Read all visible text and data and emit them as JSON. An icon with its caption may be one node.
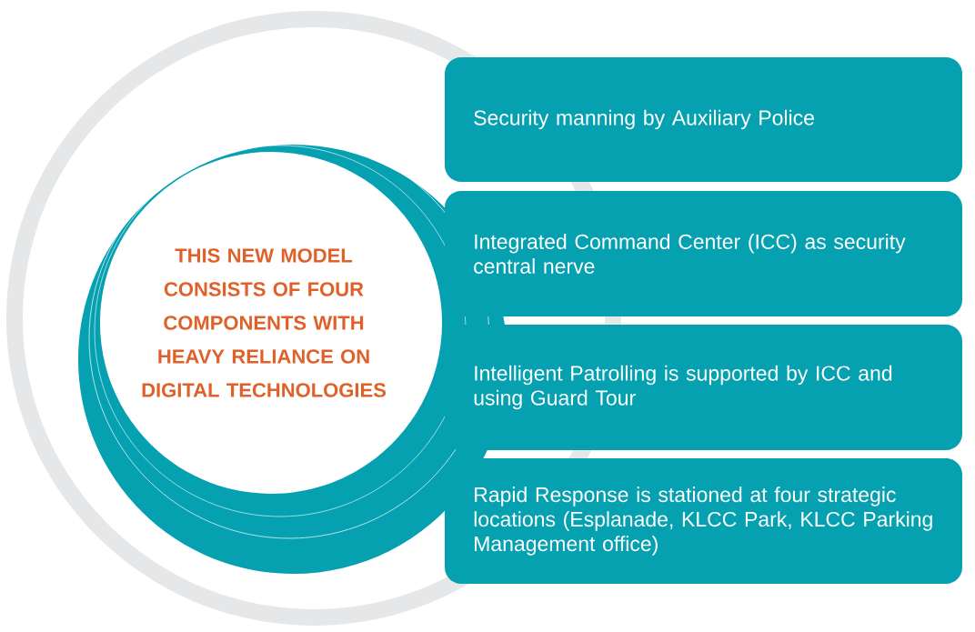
{
  "diagram": {
    "nodes": [
      {
        "text": [
          "THIS NEW MODEL CONSISTS OF FOUR COMPONENTS WITH HEAVY RELIANCE ON DIGITAL TECHNOLOGIES"
        ]
      },
      {
        "text": [
          "Security manning by Auxiliary Police"
        ]
      },
      {
        "text": [
          "Integrated Command Center (ICC) as security central nerve"
        ]
      },
      {
        "text": [
          "Intelligent Patrolling is supported by ICC and using Guard Tour"
        ]
      },
      {
        "text": [
          "Rapid Response is stationed at four strategic locations (Esplanade, KLCC Park, KLCC Parking Management office)"
        ]
      }
    ]
  }
}
